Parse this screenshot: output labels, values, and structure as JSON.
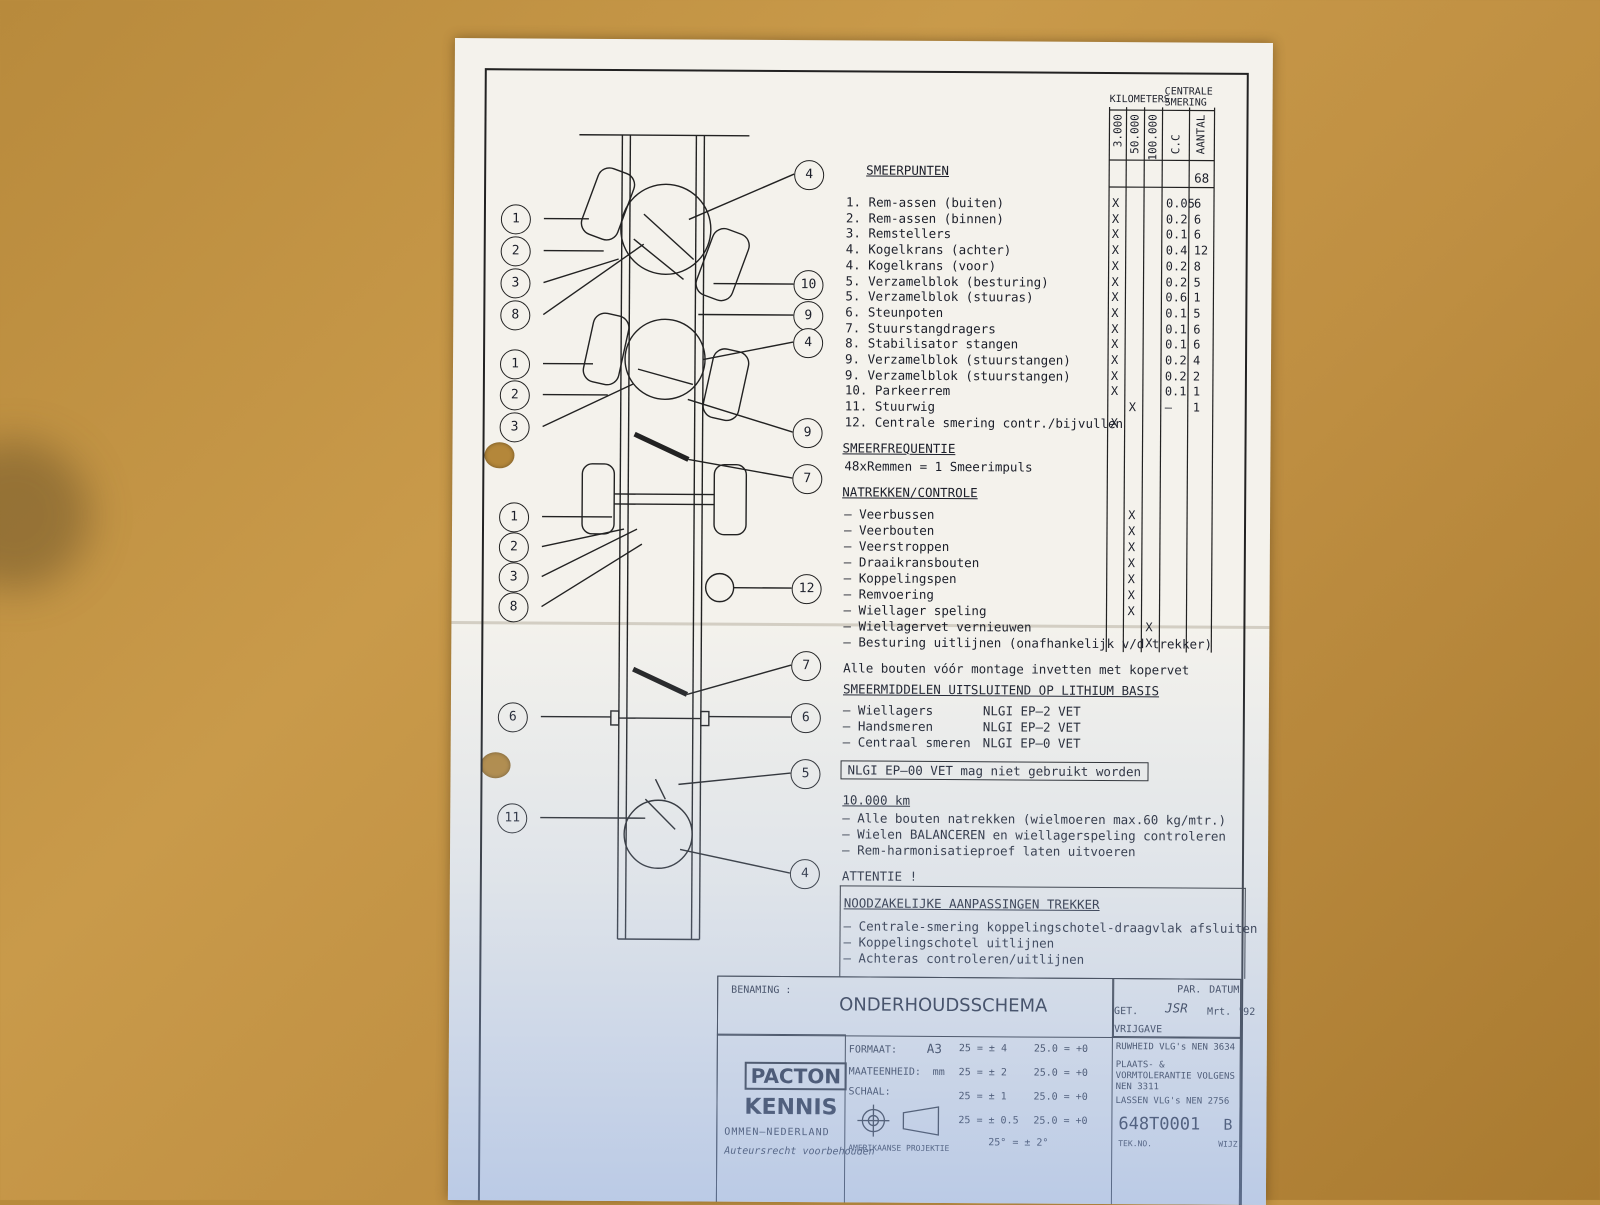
{
  "callouts": [
    "1",
    "2",
    "3",
    "8",
    "1",
    "2",
    "3",
    "1",
    "2",
    "3",
    "8",
    "6",
    "11",
    "4",
    "10",
    "9",
    "4",
    "9",
    "7",
    "12",
    "7",
    "6",
    "5",
    "4"
  ],
  "smeerpunten": {
    "title": "SMEERPUNTEN",
    "header_km": "KILOMETERS",
    "header_central": "CENTRALE SMERING",
    "cols": [
      "3.000",
      "50.000",
      "100.000",
      "C.C",
      "AANTAL"
    ],
    "total_aantal": "68",
    "items": [
      {
        "label": "1. Rem-assen (buiten)",
        "cc": "0.05",
        "n": "6",
        "col": 0
      },
      {
        "label": "2. Rem-assen (binnen)",
        "cc": "0.2",
        "n": "6",
        "col": 0
      },
      {
        "label": "3. Remstellers",
        "cc": "0.1",
        "n": "6",
        "col": 0
      },
      {
        "label": "4. Kogelkrans (achter)",
        "cc": "0.4",
        "n": "12",
        "col": 0
      },
      {
        "label": "4. Kogelkrans (voor)",
        "cc": "0.2",
        "n": "8",
        "col": 0
      },
      {
        "label": "5. Verzamelblok (besturing)",
        "cc": "0.2",
        "n": "5",
        "col": 0
      },
      {
        "label": "5. Verzamelblok (stuuras)",
        "cc": "0.6",
        "n": "1",
        "col": 0
      },
      {
        "label": "6. Steunpoten",
        "cc": "0.1",
        "n": "5",
        "col": 0
      },
      {
        "label": "7. Stuurstangdragers",
        "cc": "0.1",
        "n": "6",
        "col": 0
      },
      {
        "label": "8. Stabilisator stangen",
        "cc": "0.1",
        "n": "6",
        "col": 0
      },
      {
        "label": "9. Verzamelblok (stuurstangen)",
        "cc": "0.2",
        "n": "4",
        "col": 0
      },
      {
        "label": "9. Verzamelblok (stuurstangen)",
        "cc": "0.2",
        "n": "2",
        "col": 0
      },
      {
        "label": "10. Parkeerrem",
        "cc": "0.1",
        "n": "1",
        "col": 0
      },
      {
        "label": "11. Stuurwig",
        "cc": "–",
        "n": "1",
        "col": 1
      },
      {
        "label": "12. Centrale smering contr./bijvullen",
        "cc": "",
        "n": "",
        "col": 0
      }
    ]
  },
  "smeerfrequentie": {
    "title": "SMEERFREQUENTIE",
    "text": "48xRemmen = 1 Smeerimpuls"
  },
  "natrekken": {
    "title": "NATREKKEN/CONTROLE",
    "items": [
      {
        "label": "– Veerbussen",
        "col": 1
      },
      {
        "label": "– Veerbouten",
        "col": 1
      },
      {
        "label": "– Veerstroppen",
        "col": 1
      },
      {
        "label": "– Draaikransbouten",
        "col": 1
      },
      {
        "label": "– Koppelingspen",
        "col": 1
      },
      {
        "label": "– Remvoering",
        "col": 1
      },
      {
        "label": "– Wiellager speling",
        "col": 1
      },
      {
        "label": "– Wiellagervet vernieuwen",
        "col": 2
      },
      {
        "label": "– Besturing uitlijnen (onafhankelijk v/d trekker)",
        "col": 2
      }
    ]
  },
  "bouten_note": "Alle bouten vóór montage invetten met kopervet",
  "smeermiddelen": {
    "title": "SMEERMIDDELEN UITSLUITEND OP LITHIUM BASIS",
    "items": [
      {
        "label": "– Wiellagers",
        "value": "NLGI EP–2 VET"
      },
      {
        "label": "– Handsmeren",
        "value": "NLGI EP–2 VET"
      },
      {
        "label": "– Centraal smeren",
        "value": "NLGI EP–0 VET"
      }
    ],
    "warning": "NLGI EP–00 VET mag niet gebruikt worden"
  },
  "km10000": {
    "title": "10.000 km",
    "items": [
      "– Alle bouten natrekken (wielmoeren max.60 kg/mtr.)",
      "– Wielen BALANCEREN en wiellagerspeling controleren",
      "– Rem-harmonisatieproef laten uitvoeren"
    ]
  },
  "attentie": {
    "title": "ATTENTIE !",
    "box_title": "NOODZAKELIJKE AANPASSINGEN TREKKER",
    "items": [
      "– Centrale-smering koppelingschotel-draagvlak afsluiten",
      "– Koppelingschotel uitlijnen",
      "– Achteras controleren/uitlijnen"
    ]
  },
  "titleblock": {
    "benaming_label": "BENAMING :",
    "title": "ONDERHOUDSSCHEMA",
    "par": "PAR.",
    "datum": "DATUM",
    "get_label": "GET.",
    "get_value": "JSR",
    "date_value": "Mrt. '92",
    "vrijgave": "VRIJGAVE",
    "formaat_label": "FORMAAT:",
    "formaat_value": "A3",
    "maateenheid_label": "MAATEENHEID:",
    "maateenheid_value": "mm",
    "schaal_label": "SCHAAL:",
    "projectie": "AMERIKAANSE PROJEKTIE",
    "tol_left": [
      "25 = ± 4",
      "25 = ± 2",
      "25 = ± 1",
      "25 = ± 0.5"
    ],
    "tol_right": [
      "25.0 = +0",
      "25.0 = +0",
      "25.0 = +0",
      "25.0 = +0"
    ],
    "angle": "25° = ± 2°",
    "ruwheid": "RUWHEID VLG's NEN 3634",
    "plaats": "PLAATS- & VORMTOLERANTIE VOLGENS NEN 3311",
    "lassen": "LASSEN VLG's NEN 2756",
    "tekno": "648T0001",
    "rev": "B",
    "tekno_label": "TEK.NO.",
    "wijz": "WIJZ.",
    "logo_top": "PACTON",
    "logo_mid": "KENNIS",
    "logo_city": "OMMEN–NEDERLAND",
    "copyright": "Auteursrecht voorbehouden"
  }
}
